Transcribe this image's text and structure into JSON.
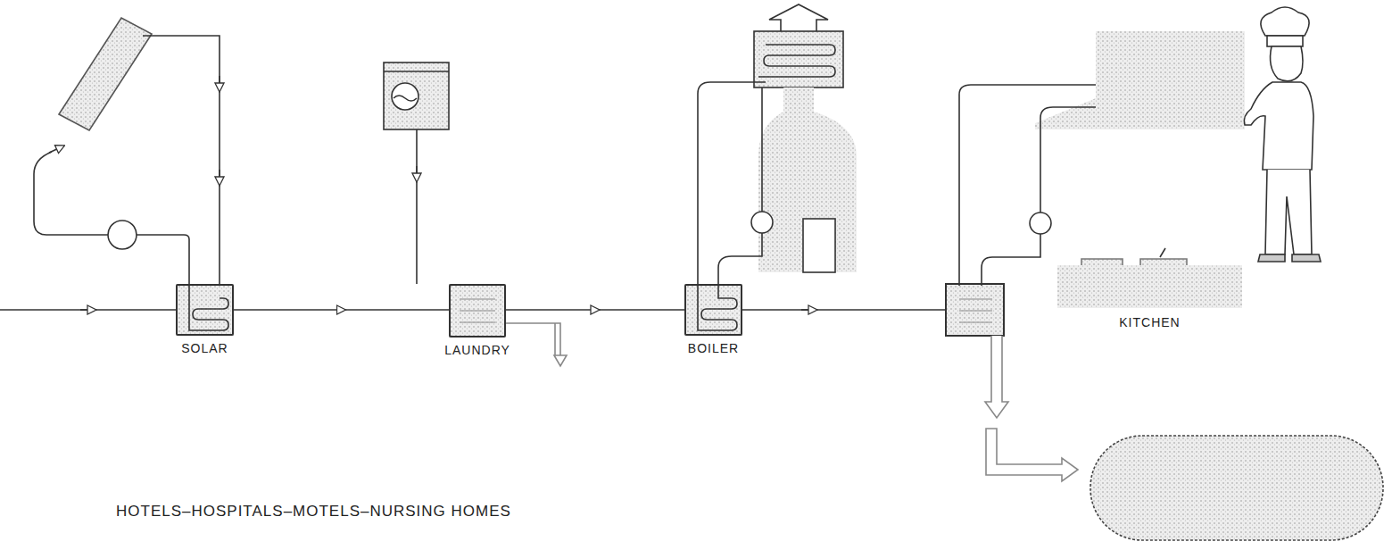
{
  "diagram": {
    "nodes": [
      {
        "text": [
          "SOLAR"
        ]
      },
      {
        "text": [
          "LAUNDRY"
        ]
      },
      {
        "text": [
          "BOILER"
        ]
      },
      {
        "text": [
          "KITCHEN"
        ]
      }
    ],
    "edges": [
      {
        "from": 0,
        "to": 1,
        "arrow": "to"
      },
      {
        "from": 1,
        "to": 2,
        "arrow": "to"
      }
    ],
    "labels": [
      "HOTELS–HOSPITALS–MOTELS–NURSING HOMES"
    ]
  }
}
